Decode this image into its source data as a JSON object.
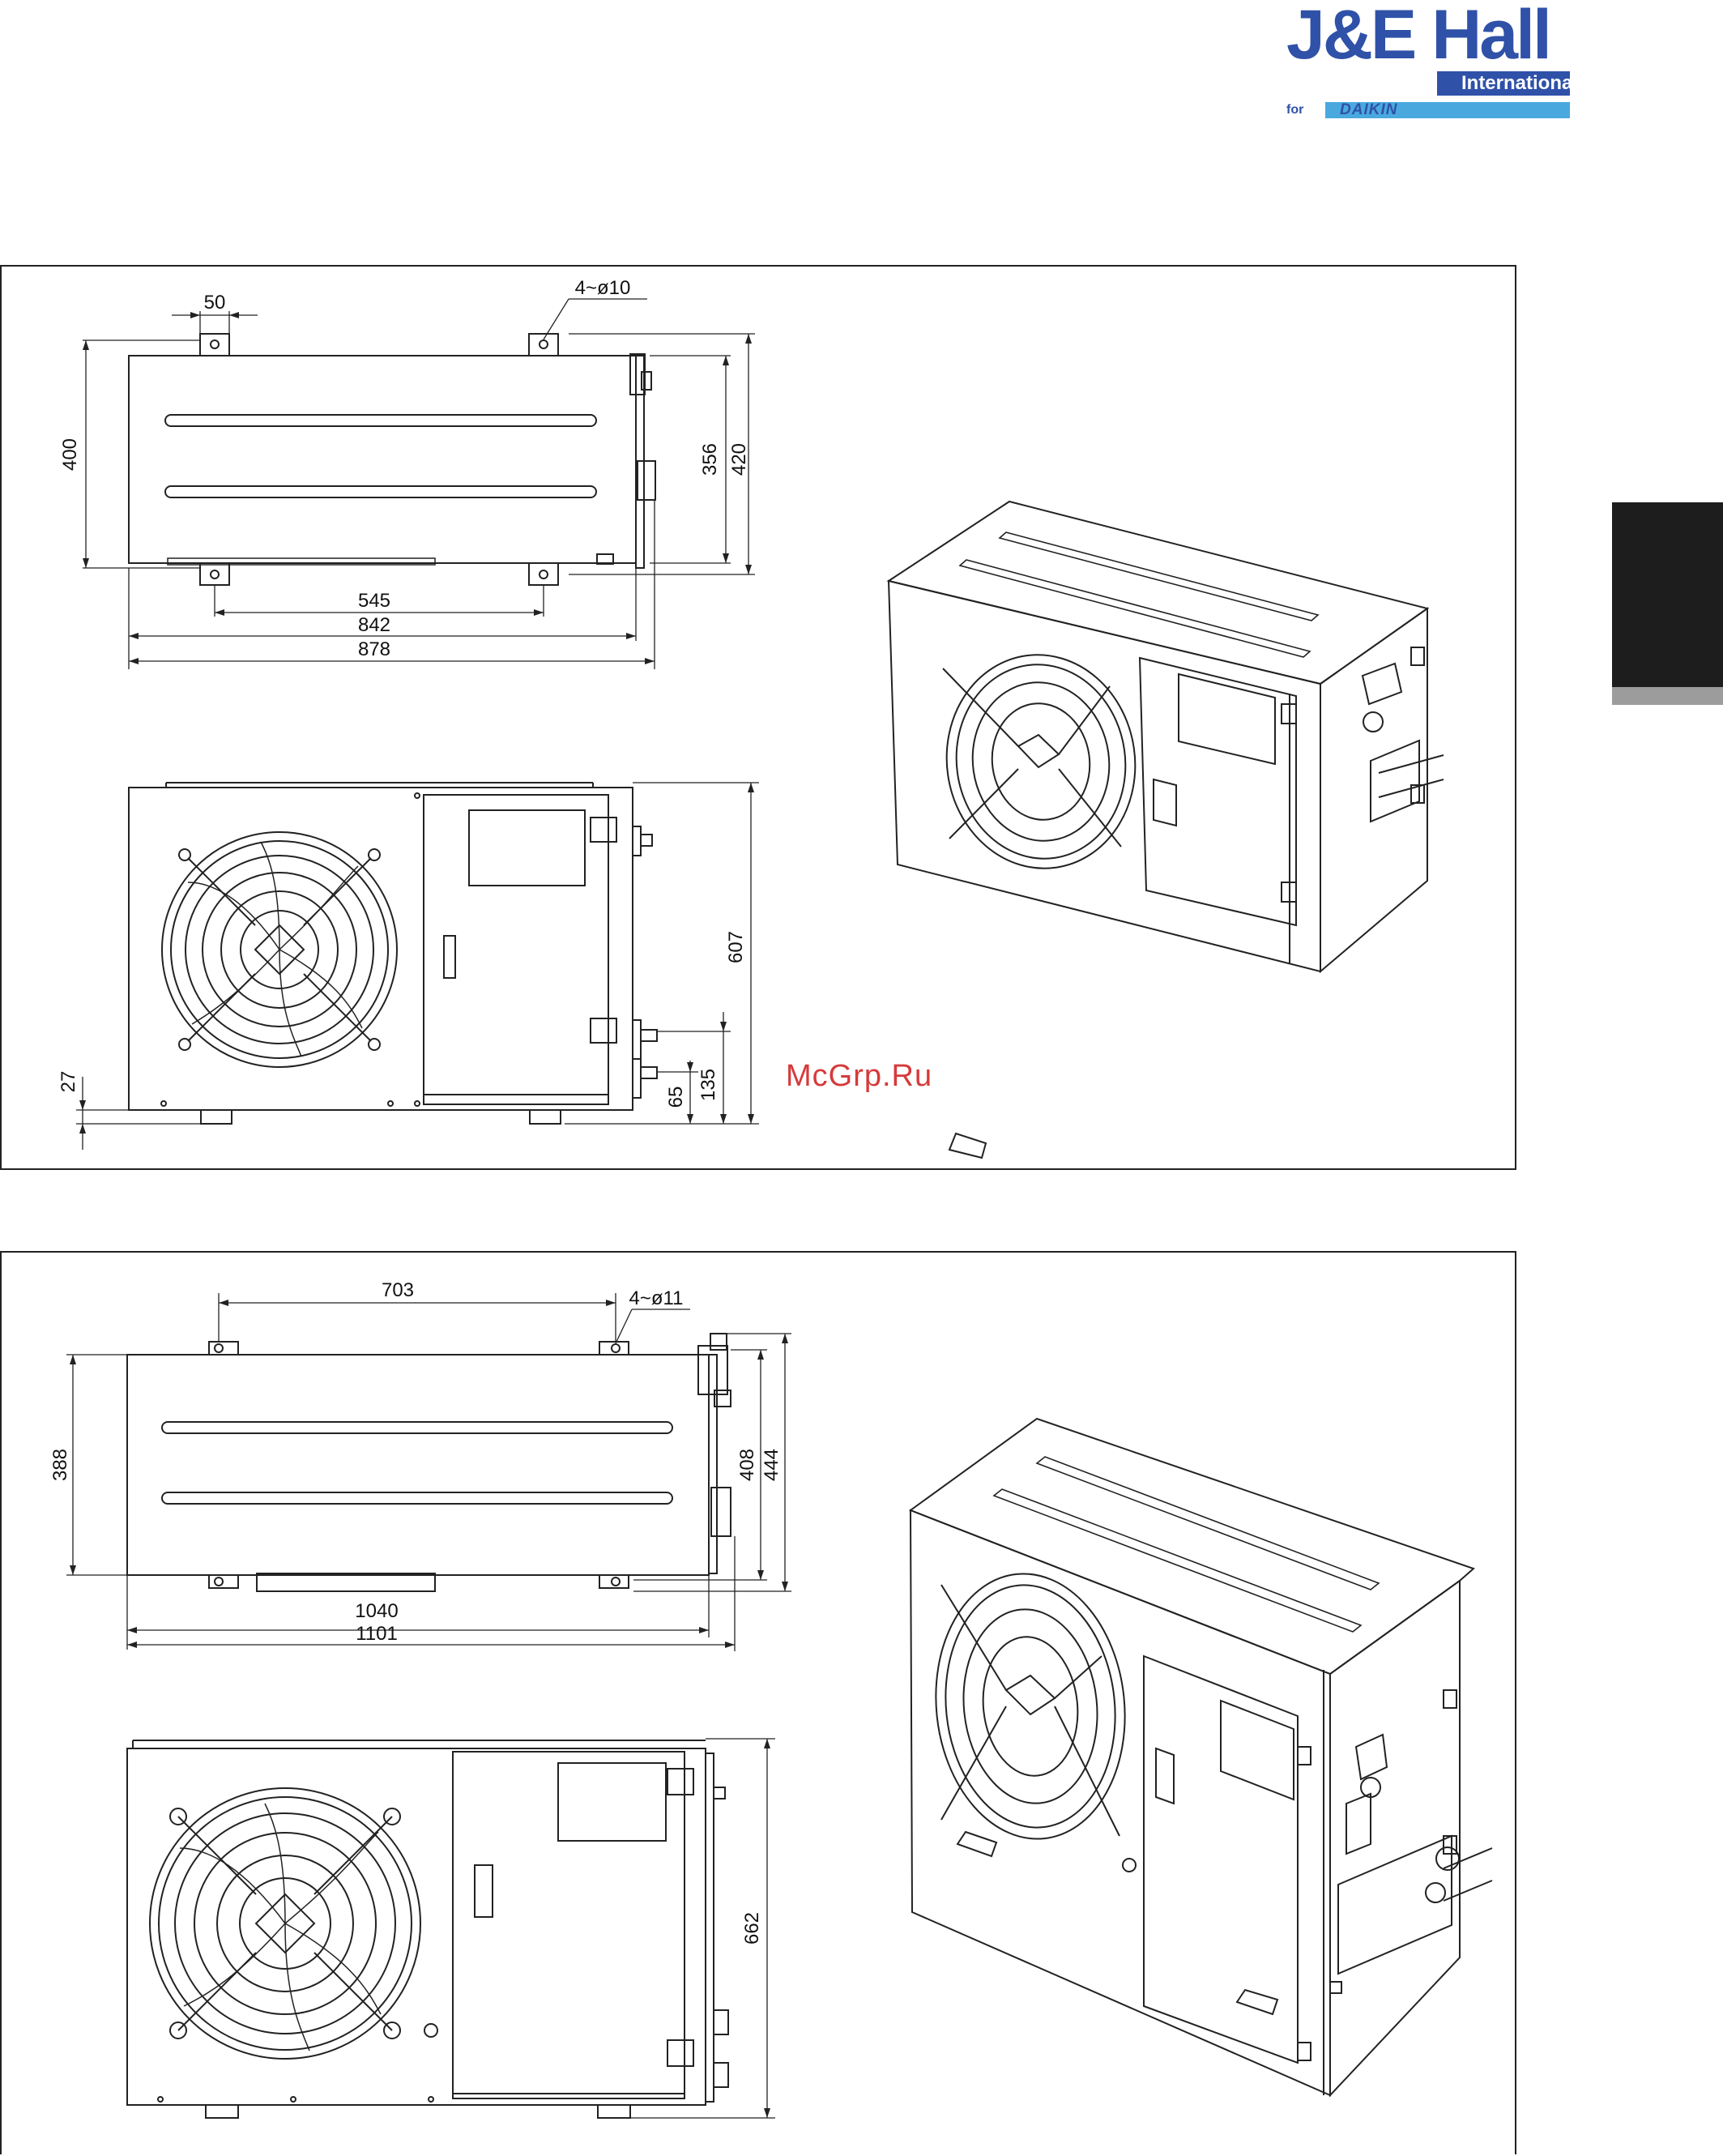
{
  "logo": {
    "title": "J&E Hall",
    "subtitle": "International",
    "for": "for",
    "partner": "DAIKIN",
    "colors": {
      "primary": "#2f51a8",
      "secondary": "#49a9de"
    }
  },
  "watermark": "McGrp.Ru",
  "panels": [
    {
      "holes": "4~ø10",
      "top_view": {
        "foot_width": "50",
        "depth": "400",
        "depth_to_valves": "356",
        "depth_overall": "420",
        "foot_spacing": "545",
        "width": "842",
        "width_overall": "878"
      },
      "front_view": {
        "height": "607",
        "foot_height": "27",
        "valve_low": "65",
        "valve_high": "135"
      }
    },
    {
      "holes": "4~ø11",
      "top_view": {
        "foot_spacing": "703",
        "depth": "388",
        "depth_to_valves": "408",
        "depth_overall": "444",
        "width": "1040",
        "width_overall": "1101"
      },
      "front_view": {
        "height": "662"
      }
    }
  ]
}
